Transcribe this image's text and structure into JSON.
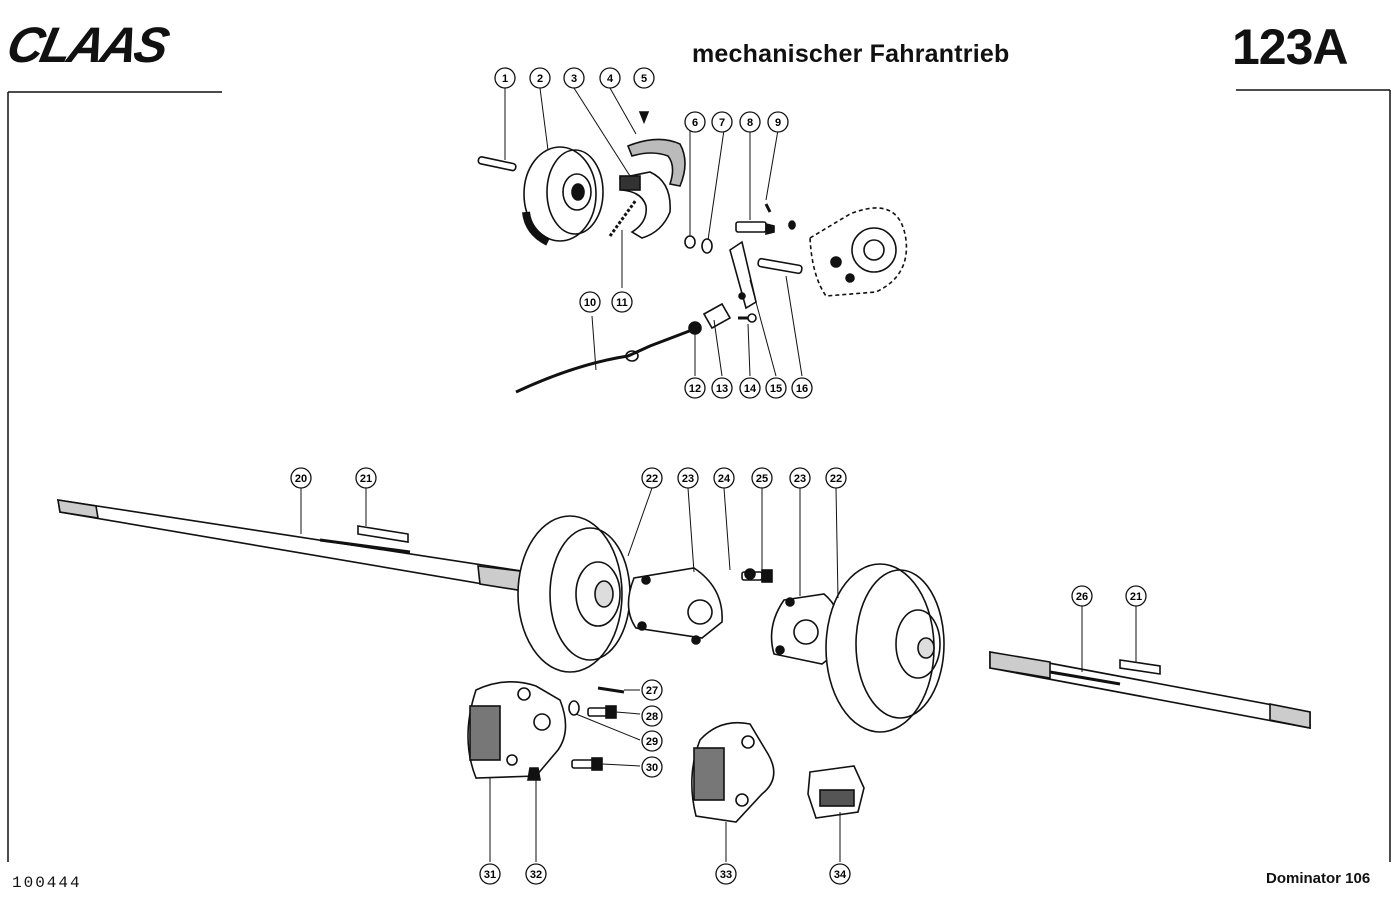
{
  "header": {
    "logo_text": "CLAAS",
    "title": "mechanischer Fahrantrieb",
    "page_code": "123A"
  },
  "footer": {
    "doc_number": "100444",
    "model": "Dominator 106"
  },
  "callouts": [
    "1",
    "2",
    "3",
    "4",
    "5",
    "6",
    "7",
    "8",
    "9",
    "10",
    "11",
    "12",
    "13",
    "14",
    "15",
    "16",
    "20",
    "21",
    "22",
    "23",
    "24",
    "25",
    "23",
    "22",
    "26",
    "21",
    "27",
    "28",
    "29",
    "30",
    "31",
    "32",
    "33",
    "34"
  ],
  "colors": {
    "ink": "#111111",
    "paper": "#ffffff"
  }
}
